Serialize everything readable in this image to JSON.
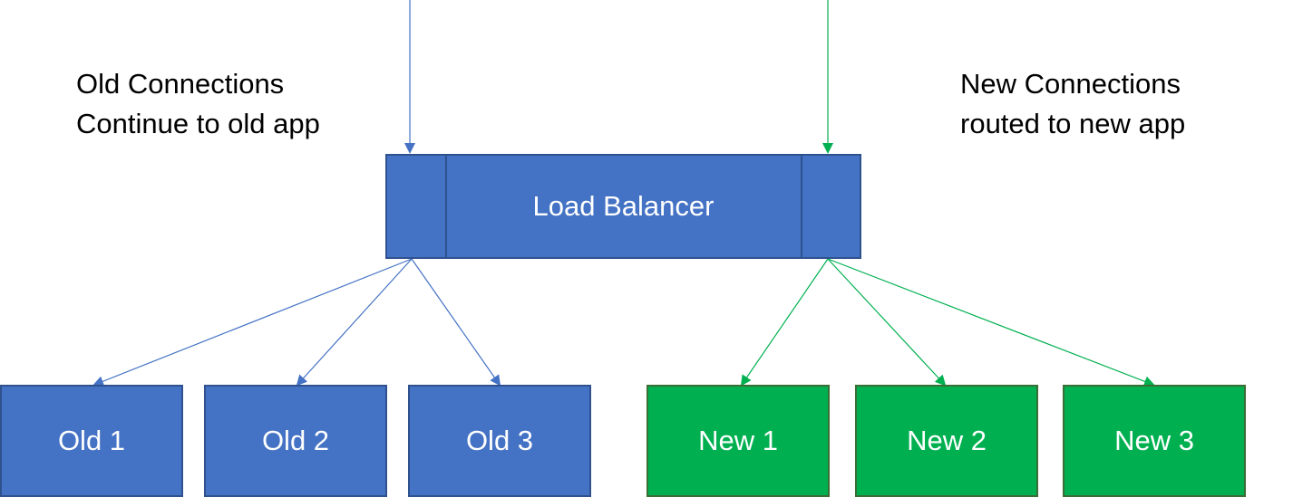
{
  "captions": {
    "old": [
      "Old Connections",
      "Continue to old app"
    ],
    "new": [
      "New Connections",
      "routed to new app"
    ]
  },
  "load_balancer": {
    "label": "Load Balancer"
  },
  "old_nodes": [
    "Old 1",
    "Old 2",
    "Old 3"
  ],
  "new_nodes": [
    "New 1",
    "New 2",
    "New 3"
  ],
  "colors": {
    "old": "#4472c4",
    "old_border": "#2f528f",
    "new": "#00b050",
    "new_border": "#3a6e35"
  }
}
